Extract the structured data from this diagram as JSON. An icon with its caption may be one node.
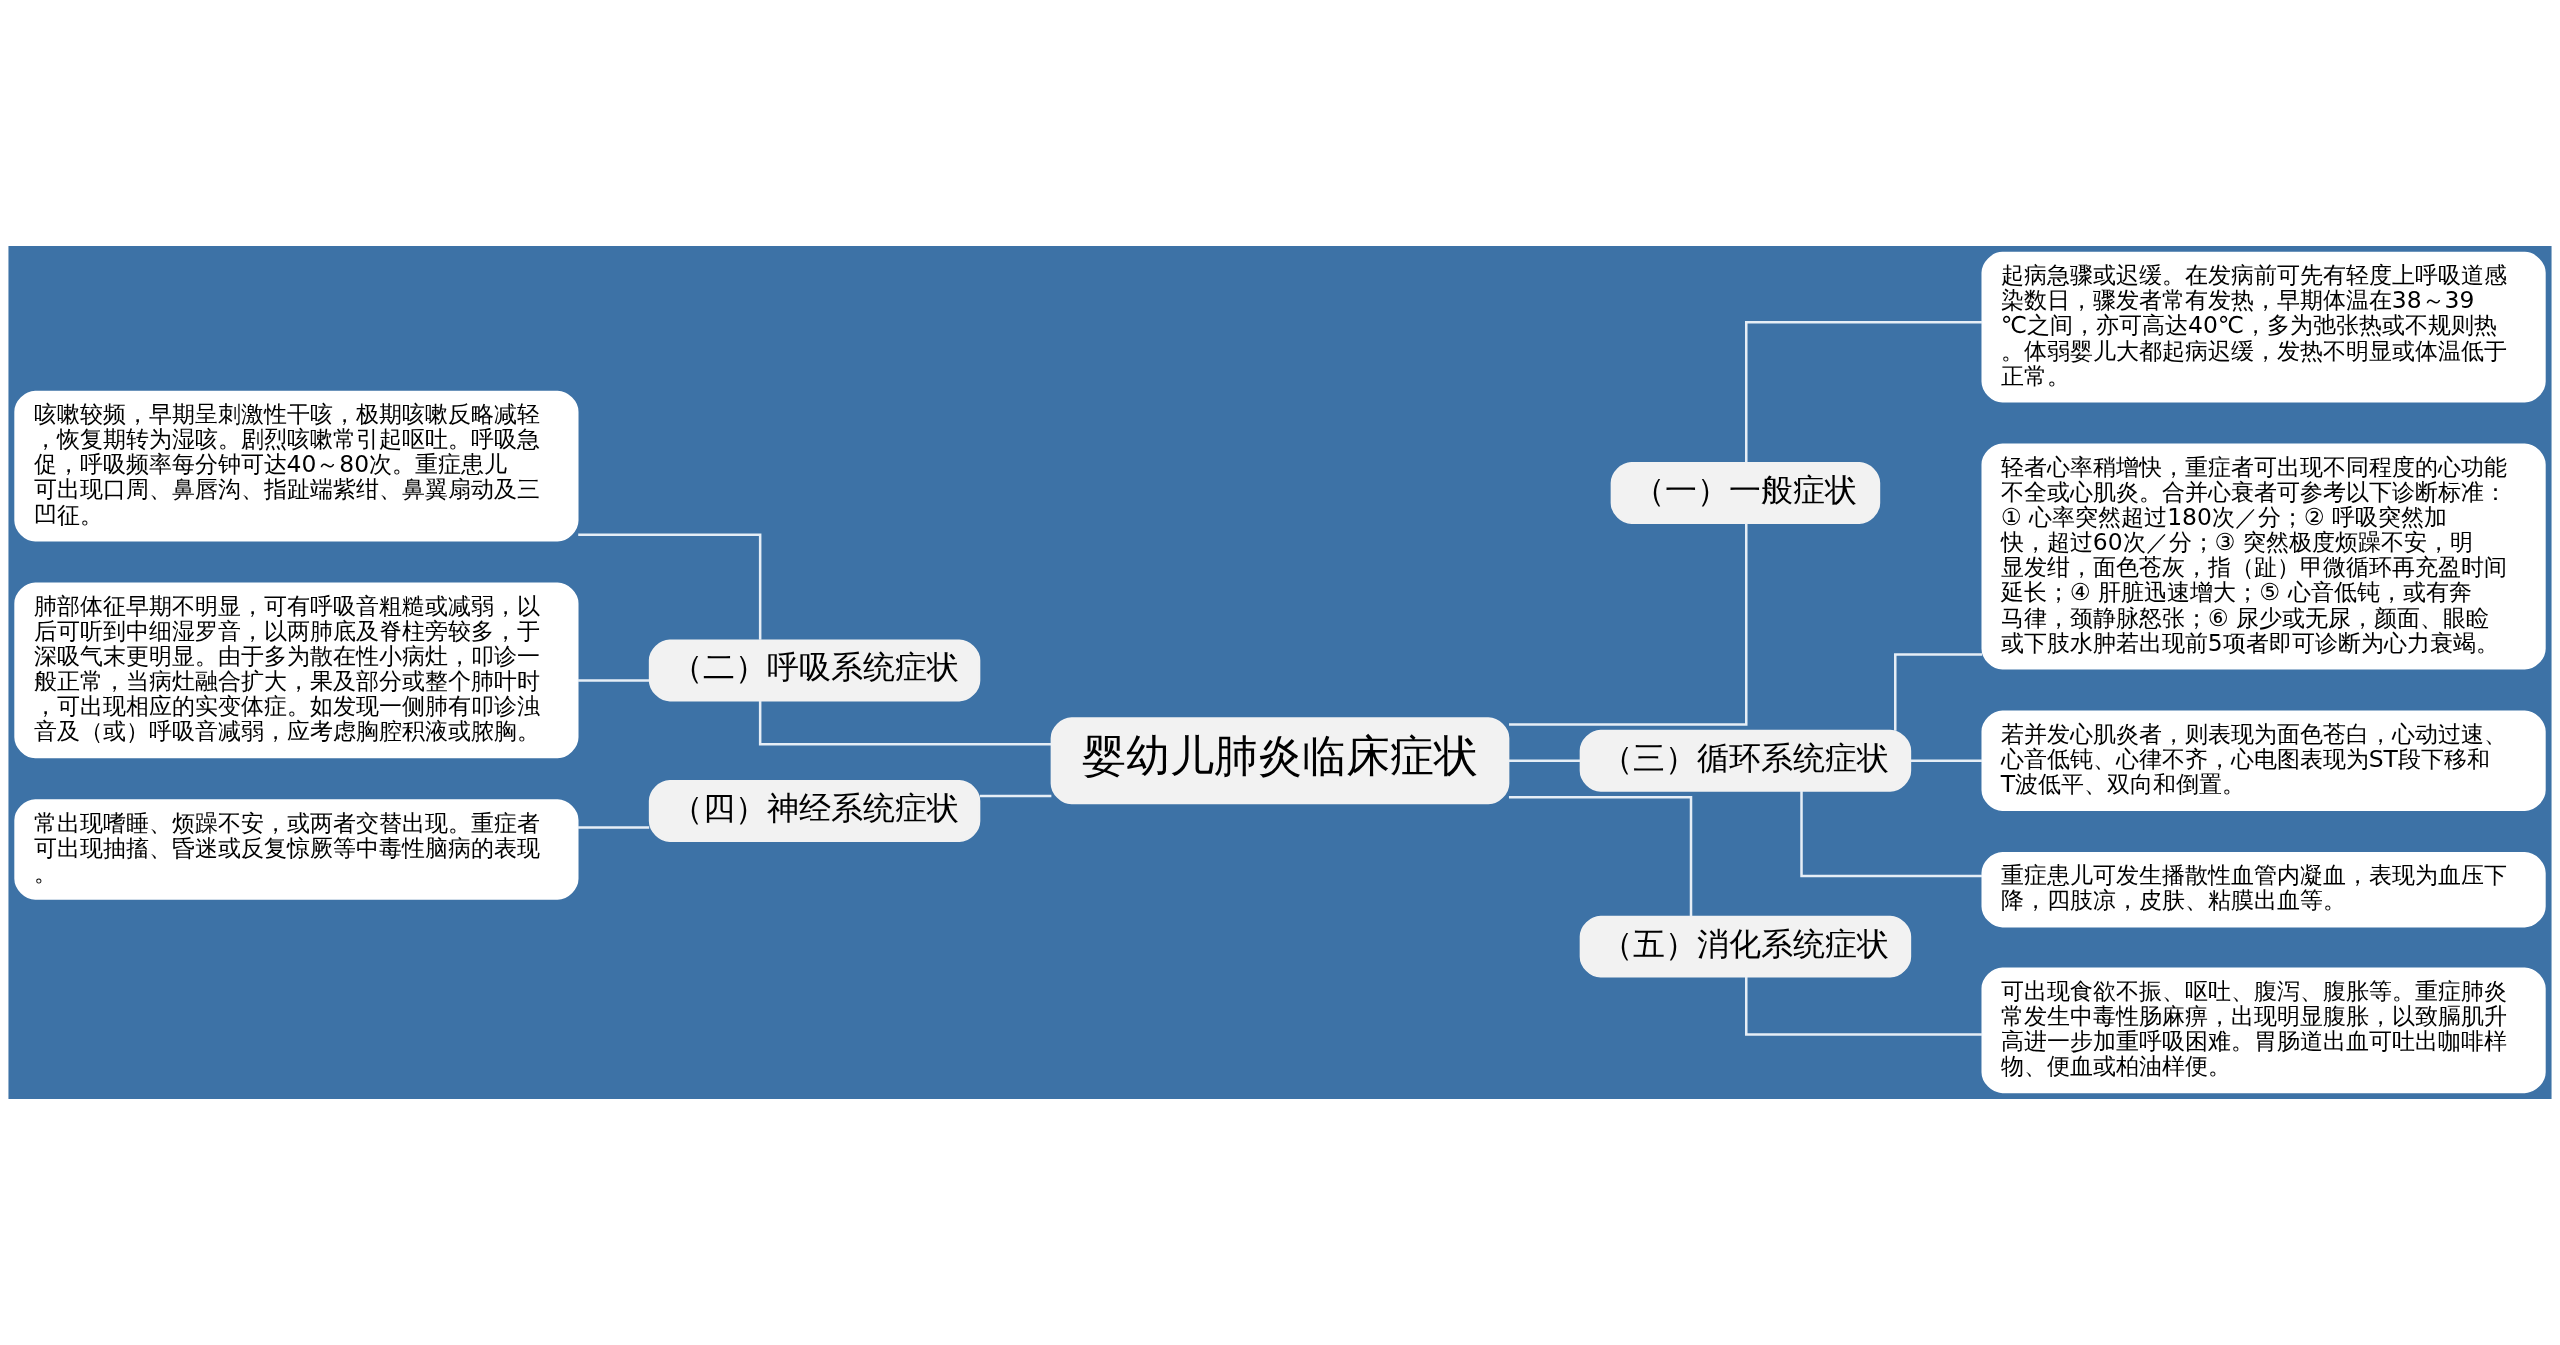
{
  "diagram": {
    "nodes": [
      {
        "text": [
          "婴幼儿肺炎临床症状"
        ]
      },
      {
        "text": [
          "（一）一般症状"
        ]
      },
      {
        "text": [
          "起病急骤或迟缓。在发病前可先有轻度上呼吸道感染数日，骤发者常有发热，早期体温在38～39℃之间，亦可高达40℃，多为弛张热或不规则热。体弱婴儿大都起病迟缓，发热不明显或体温低于正常。"
        ]
      },
      {
        "text": [
          "（二）呼吸系统症状"
        ]
      },
      {
        "text": [
          "咳嗽较频，早期呈刺激性干咳，极期咳嗽反略减轻，恢复期转为湿咳。剧烈咳嗽常引起呕吐。呼吸急促，呼吸频率每分钟可达40～80次。重症患儿可出现口周、鼻唇沟、指趾端紫绀、鼻翼扇动及三凹征。"
        ]
      },
      {
        "text": [
          "肺部体征早期不明显，可有呼吸音粗糙或减弱，以后可听到中细湿罗音，以两肺底及脊柱旁较多，于深吸气末更明显。由于多为散在性小病灶，叩诊一般正常，当病灶融合扩大，果及部分或整个肺叶时，可出现相应的实变体症。如发现一侧肺有叩诊浊音及（或）呼吸音减弱，应考虑胸腔积液或脓胸。"
        ]
      },
      {
        "text": [
          "（三）循环系统症状"
        ]
      },
      {
        "text": [
          "轻者心率稍增快，重症者可出现不同程度的心功能不全或心肌炎。合并心衰者可参考以下诊断标准：① 心率突然超过180次／分；② 呼吸突然加快，超过60次／分；③ 突然极度烦躁不安，明显发绀，面色苍灰，指（趾）甲微循环再充盈时间延长；④ 肝脏迅速增大；⑤ 心音低钝，或有奔马律，颈静脉怒张；⑥ 尿少或无尿，颜面、眼睑或下肢水肿若出现前5项者即可诊断为心力衰竭。"
        ]
      },
      {
        "text": [
          "若并发心肌炎者，则表现为面色苍白，心动过速、心音低钝、心律不齐，心电图表现为ST段下移和T波低平、双向和倒置。"
        ]
      },
      {
        "text": [
          "重症患儿可发生播散性血管内凝血，表现为血压下降，四肢凉，皮肤、粘膜出血等。"
        ]
      },
      {
        "text": [
          "（四）神经系统症状"
        ]
      },
      {
        "text": [
          "常出现嗜睡、烦躁不安，或两者交替出现。重症者可出现抽搐、昏迷或反复惊厥等中毒性脑病的表现。"
        ]
      },
      {
        "text": [
          "（五）消化系统症状"
        ]
      },
      {
        "text": [
          "可出现食欲不振、呕吐、腹泻、腹胀等。重症肺炎常发生中毒性肠麻痹，出现明显腹胀，以致膈肌升高进一步加重呼吸困难。胃肠道出血可吐出咖啡样物、便血或柏油样便。"
        ]
      }
    ],
    "edges": [
      {
        "from": 0,
        "to": 1,
        "arrow": "none"
      },
      {
        "from": 1,
        "to": 2,
        "arrow": "none"
      },
      {
        "from": 0,
        "to": 3,
        "arrow": "none"
      },
      {
        "from": 3,
        "to": 4,
        "arrow": "none"
      },
      {
        "from": 3,
        "to": 5,
        "arrow": "none"
      },
      {
        "from": 0,
        "to": 6,
        "arrow": "none"
      },
      {
        "from": 6,
        "to": 7,
        "arrow": "none"
      },
      {
        "from": 6,
        "to": 8,
        "arrow": "none"
      },
      {
        "from": 6,
        "to": 9,
        "arrow": "none"
      },
      {
        "from": 0,
        "to": 10,
        "arrow": "none"
      },
      {
        "from": 10,
        "to": 11,
        "arrow": "none"
      },
      {
        "from": 0,
        "to": 12,
        "arrow": "none"
      },
      {
        "from": 12,
        "to": 13,
        "arrow": "none"
      }
    ]
  }
}
